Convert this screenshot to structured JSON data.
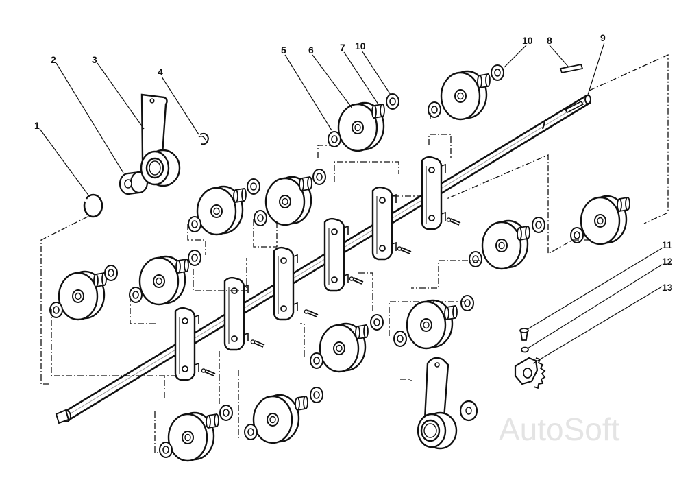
{
  "diagram": {
    "callouts": [
      "1",
      "2",
      "3",
      "4",
      "5",
      "6",
      "7",
      "10",
      "10",
      "8",
      "9",
      "11",
      "12",
      "13"
    ]
  },
  "watermark": {
    "text": "AutoSoft"
  },
  "colors": {
    "ink": "#111111",
    "paper": "#ffffff",
    "shade": "#9a9a9a",
    "watermark": "#e4e4e4"
  }
}
